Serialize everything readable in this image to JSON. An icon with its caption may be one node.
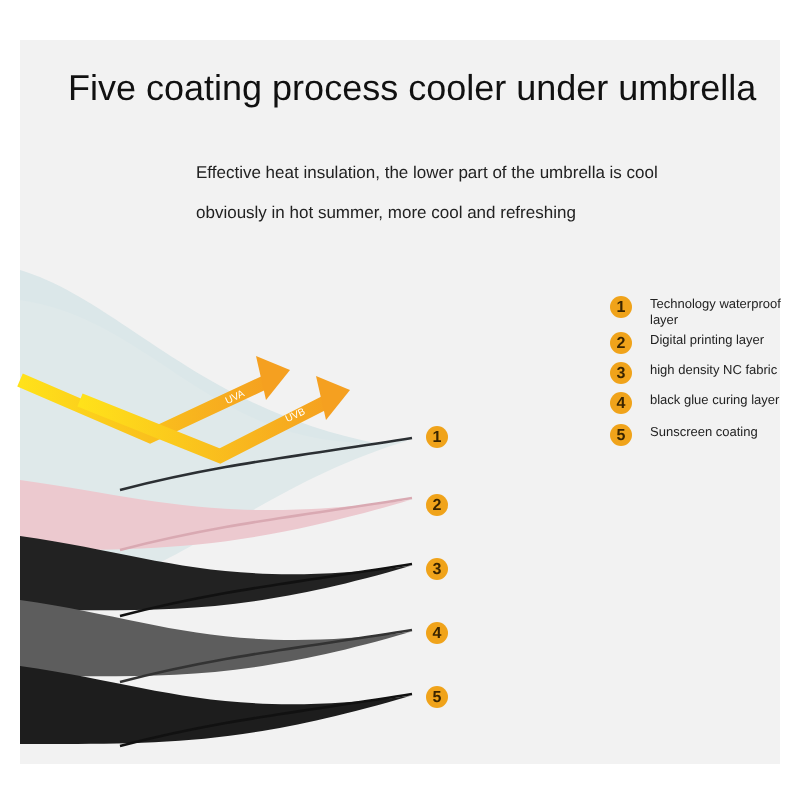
{
  "diagram": {
    "title": "Five coating process cooler under umbrella",
    "labels": [
      "Effective heat insulation, the lower part of the umbrella is cool obviously in hot summer, more cool and refreshing",
      "1",
      "Technology waterproof layer",
      "2",
      "Digital printing layer",
      "3",
      "high density NC fabric",
      "4",
      "black glue curing layer",
      "5",
      "Sunscreen coating",
      "UVA",
      "UVB",
      "1",
      "2",
      "3",
      "4",
      "5"
    ]
  }
}
